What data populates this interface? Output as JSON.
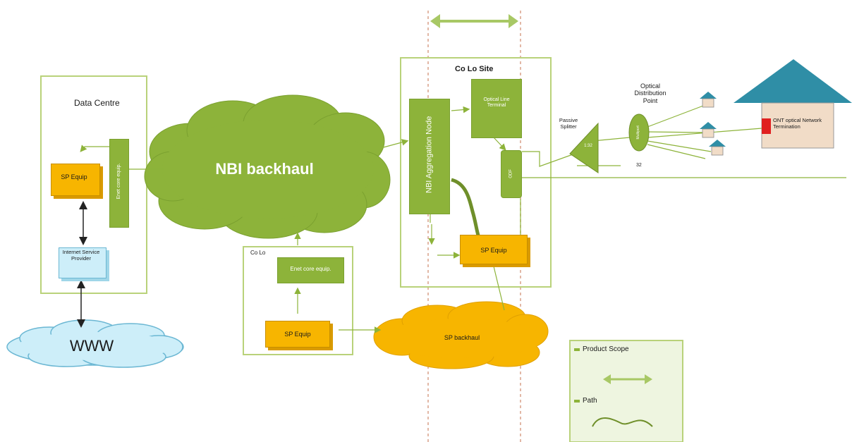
{
  "data_centre": {
    "title": "Data Centre",
    "sp_equip": "SP Equip",
    "core_equip": "Enet core equip.",
    "isp": "Internet Service Provider",
    "www": "WWW"
  },
  "nbi_backhaul": "NBI backhaul",
  "colo_small": {
    "title": "Co Lo",
    "core_equip": "Enet core equip.",
    "sp_equip": "SP Equip"
  },
  "sp_backhaul": "SP backhaul",
  "colo_site": {
    "title": "Co Lo Site",
    "aggregation_node": "NBI Aggregation Node",
    "olt": "Optical Line Terminal",
    "odf": "ODF",
    "sp_equip": "SP Equip"
  },
  "splitter": {
    "label": "Passive Splitter",
    "inner": "1:32",
    "count": "32"
  },
  "odp": {
    "label": "Optical Distribution Point",
    "inner": "Multiport"
  },
  "ont": {
    "label": "ONT optical Network Termination"
  },
  "legend": {
    "scope_label": "Product Scope",
    "path_label": "Path"
  },
  "colors": {
    "green": "#8db33a",
    "light_green": "#b9d27a",
    "orange": "#f7b500",
    "light_blue": "#cdeef9",
    "teal_roof": "#2f8ea6",
    "red": "#e02020"
  }
}
